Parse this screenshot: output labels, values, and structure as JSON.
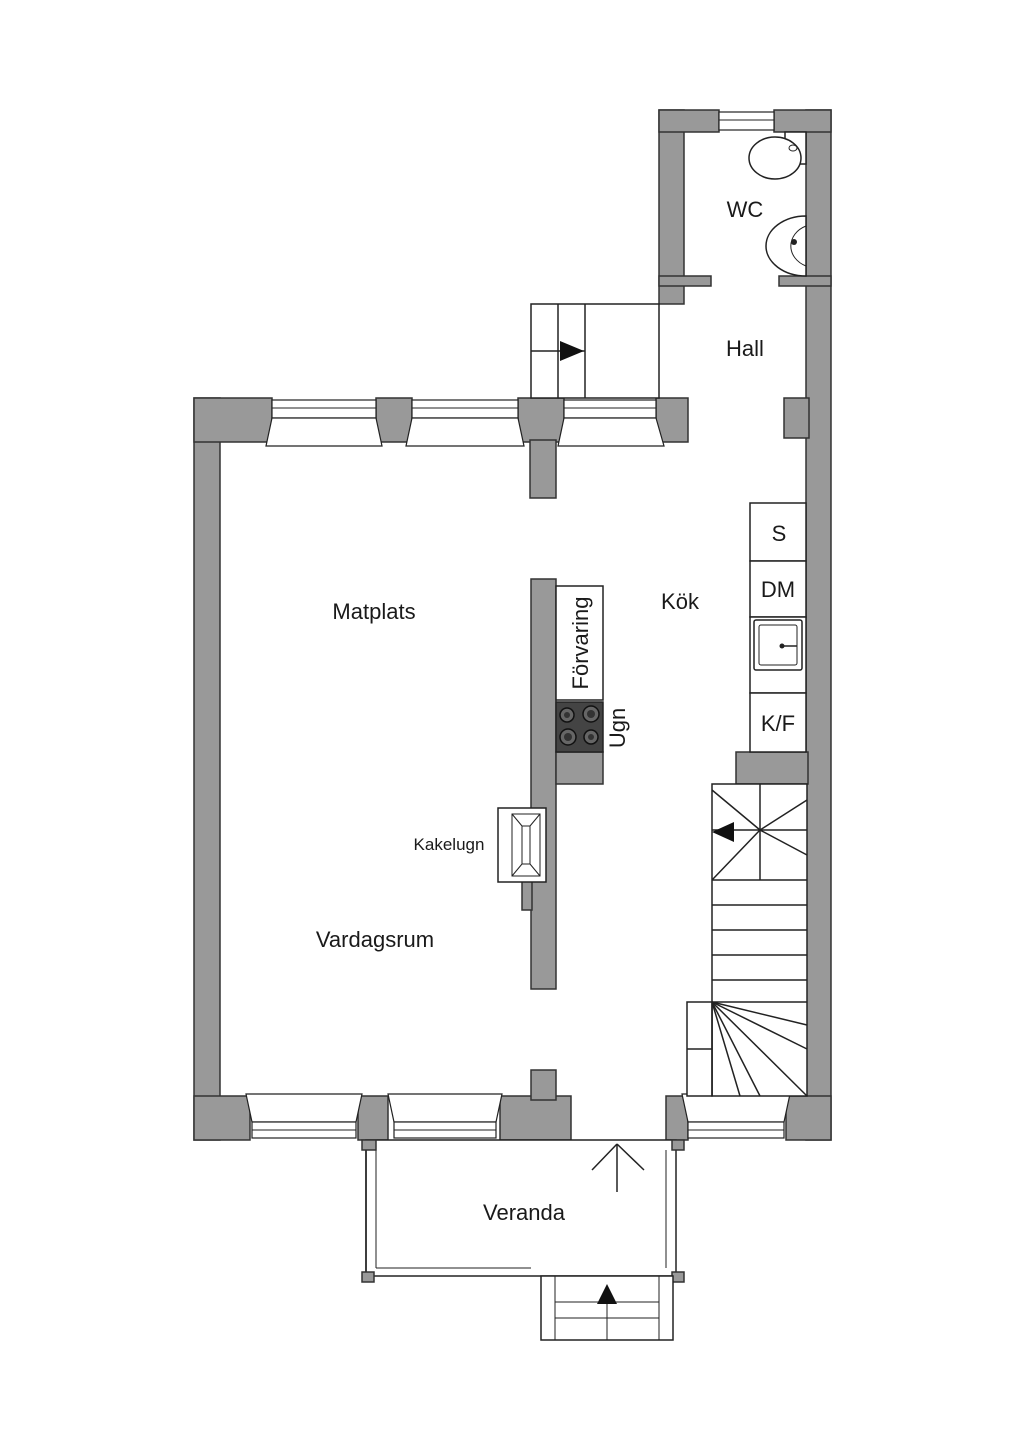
{
  "rooms": {
    "wc": "WC",
    "hall": "Hall",
    "kok": "Kök",
    "matplats": "Matplats",
    "vardagsrum": "Vardagsrum",
    "veranda": "Veranda"
  },
  "fixtures": {
    "forvaring": "Förvaring",
    "ugn": "Ugn",
    "kakelugn": "Kakelugn",
    "sink_counter": "S",
    "dishwasher": "DM",
    "fridge_freezer": "K/F"
  },
  "icons": {
    "toilet": "toilet-icon",
    "washbasin": "washbasin-icon",
    "kitchen_sink": "kitchen-sink-icon",
    "stove": "stove-icon",
    "entrance": "entrance-arrow-icon",
    "stairs": "stairs-arrow-icon"
  },
  "colors": {
    "wall": "#999999",
    "line": "#222222",
    "background": "#ffffff"
  }
}
